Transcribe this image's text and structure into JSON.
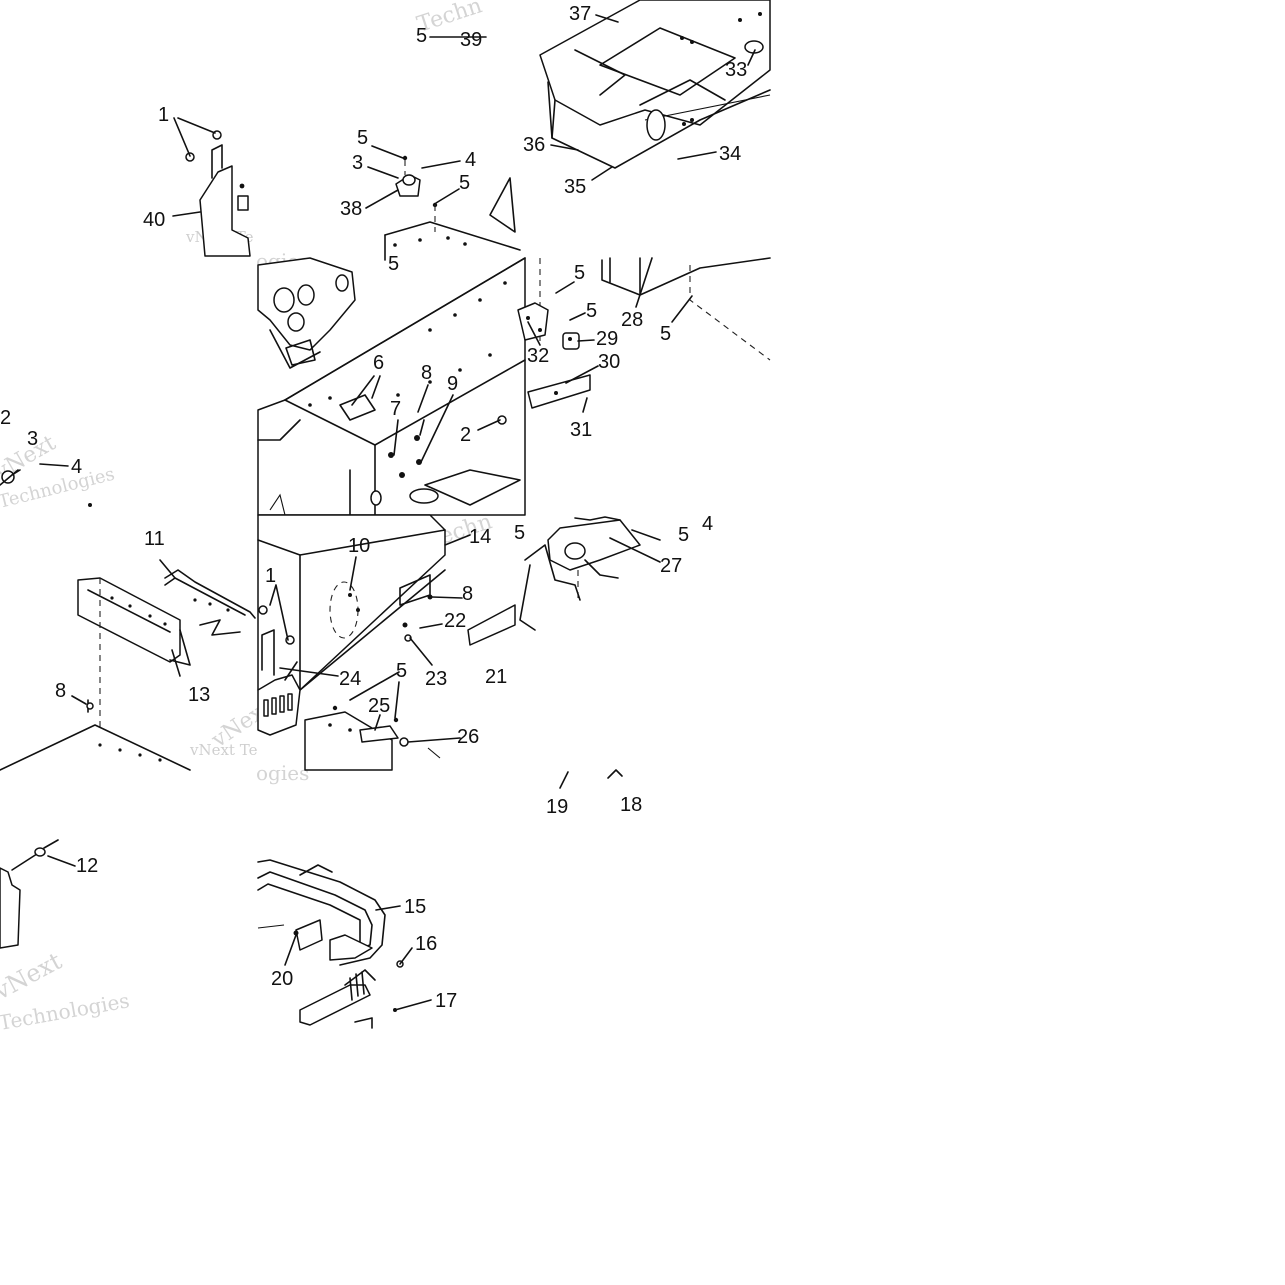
{
  "diagram": {
    "callouts": [
      "1",
      "2",
      "3",
      "4",
      "5",
      "6",
      "7",
      "8",
      "9",
      "10",
      "11",
      "12",
      "13",
      "14",
      "15",
      "16",
      "17",
      "18",
      "19",
      "20",
      "21",
      "22",
      "23",
      "24",
      "25",
      "26",
      "27",
      "28",
      "29",
      "30",
      "31",
      "32",
      "33",
      "34",
      "35",
      "36",
      "37",
      "38",
      "39",
      "40"
    ],
    "watermarks": {
      "brand_vnext": "vNext",
      "brand_te": "vNext Te",
      "brand_technologies": "Technologies",
      "brand_techn": "Techn",
      "brand_ogies": "ogies"
    }
  }
}
